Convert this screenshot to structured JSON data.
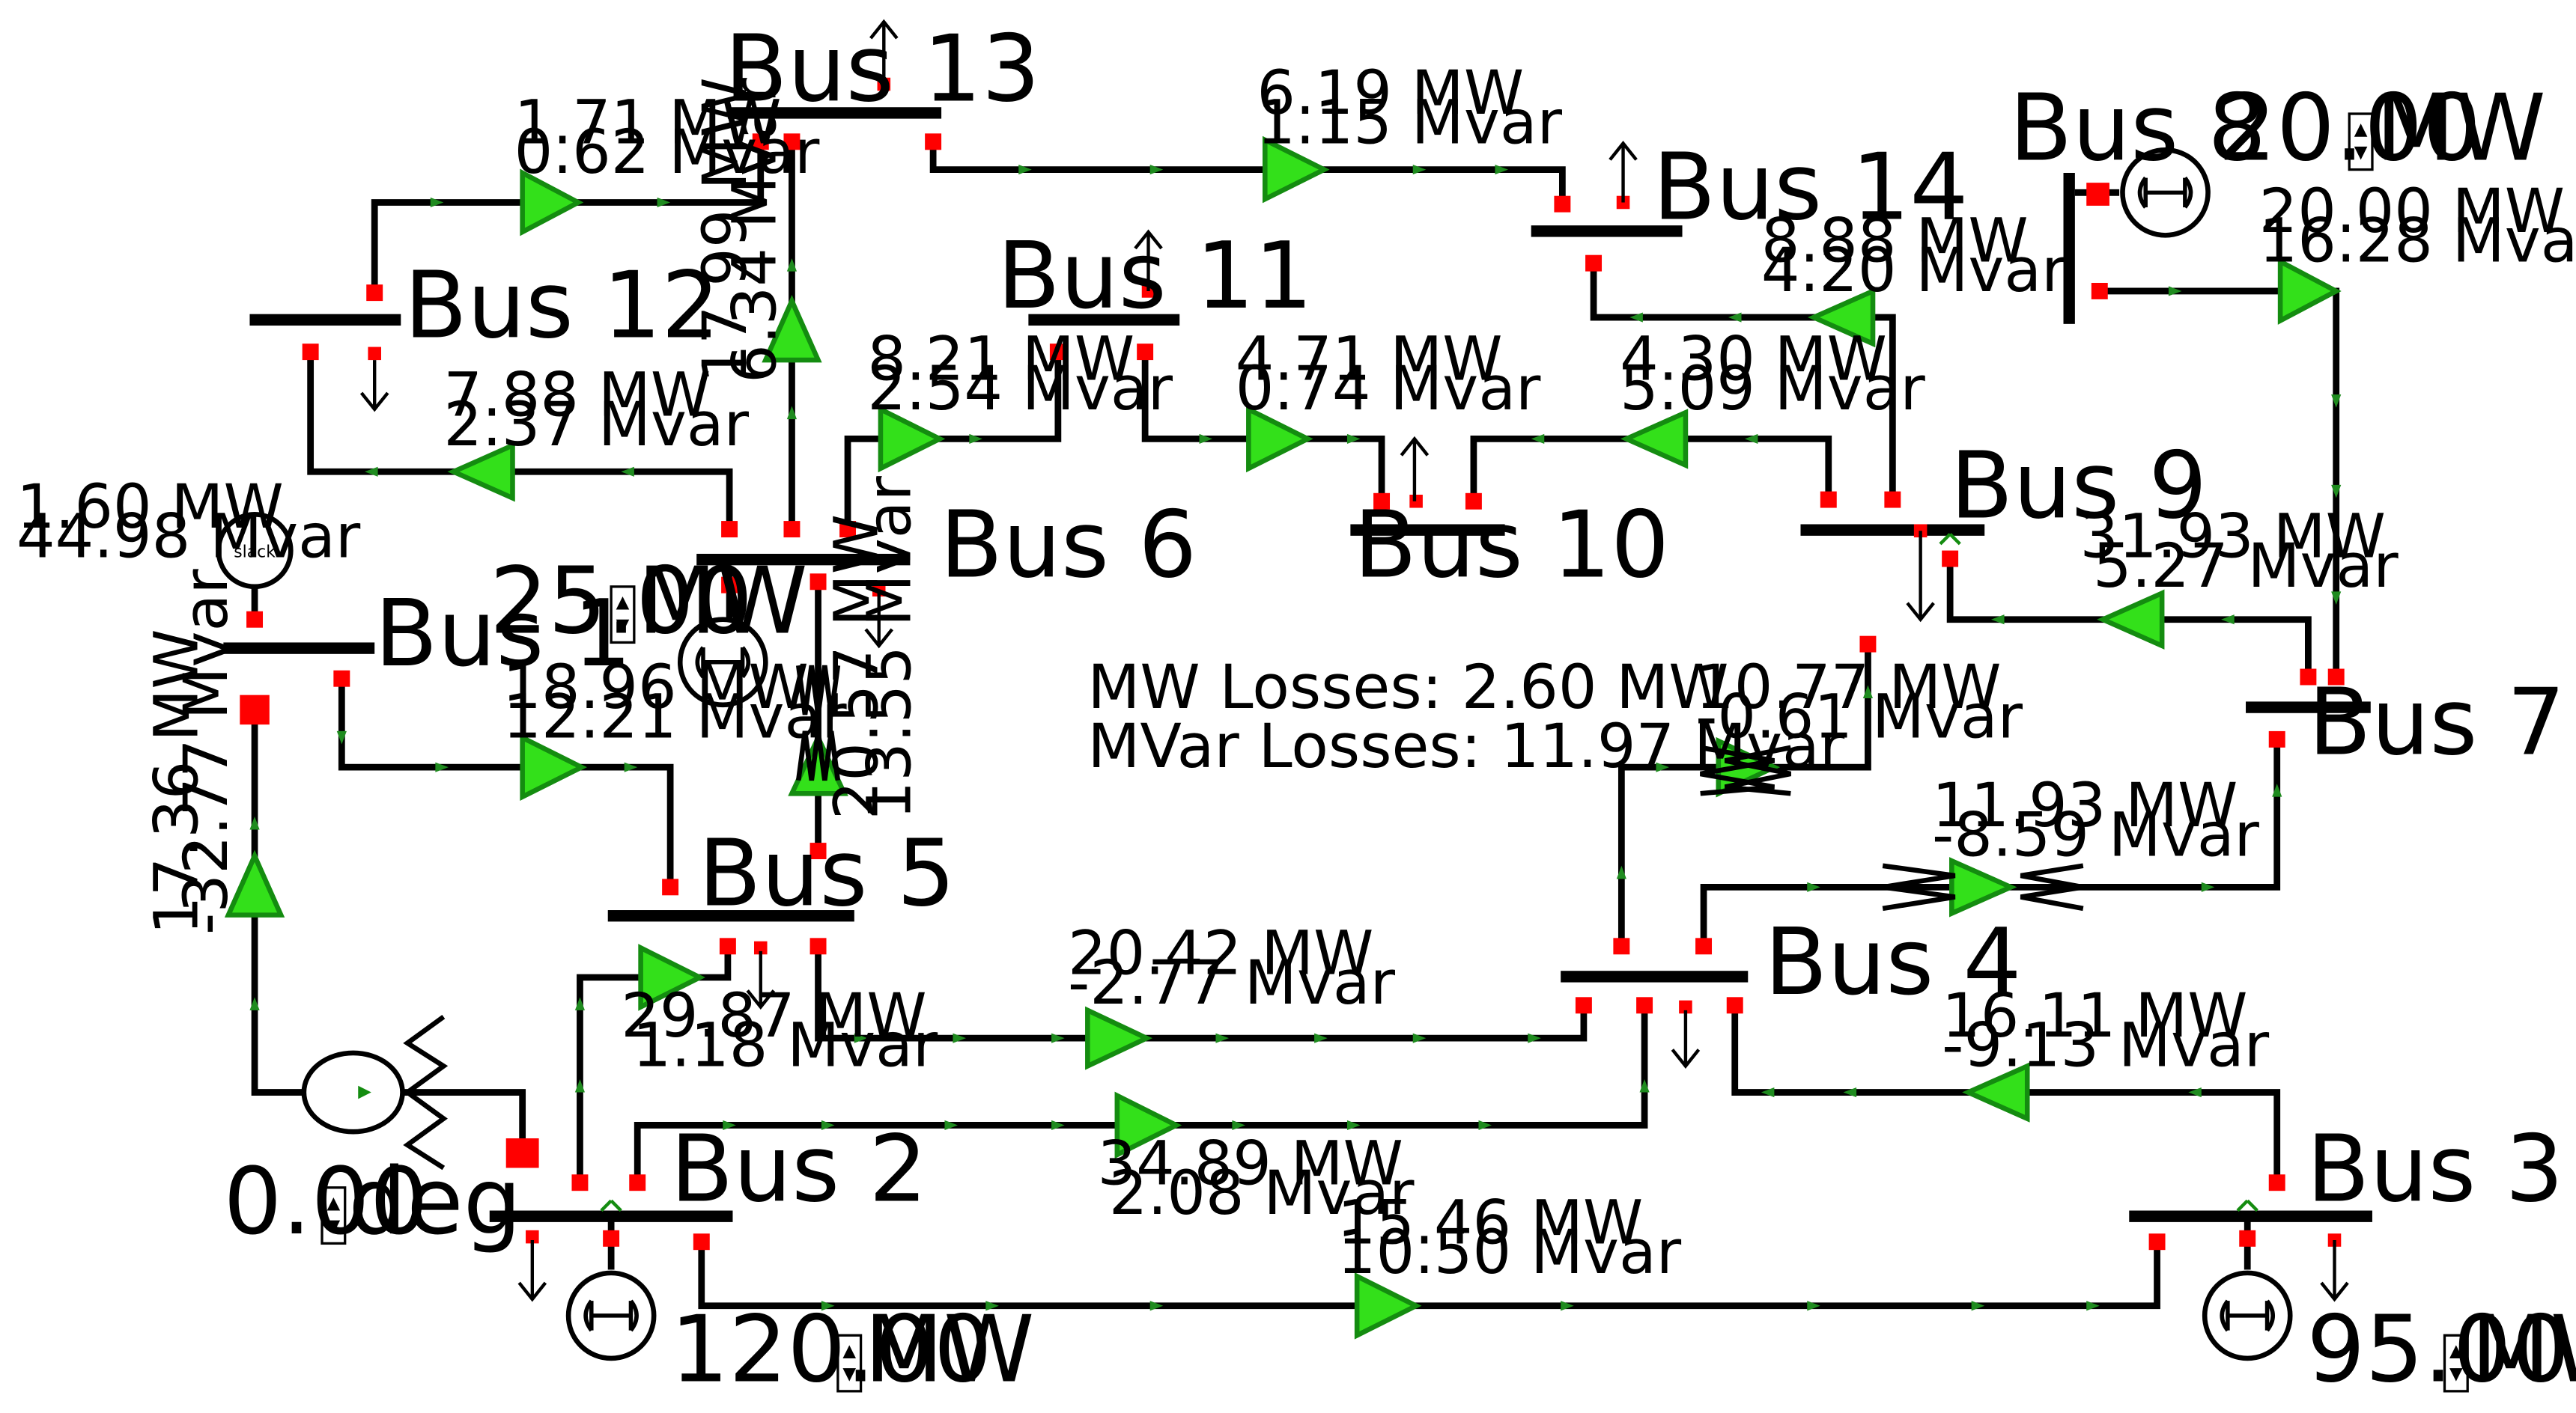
{
  "buses": {
    "b1": "Bus 1",
    "b2": "Bus 2",
    "b3": "Bus 3",
    "b4": "Bus 4",
    "b5": "Bus 5",
    "b6": "Bus 6",
    "b7": "Bus 7",
    "b8": "Bus 8",
    "b9": "Bus 9",
    "b10": "Bus 10",
    "b11": "Bus 11",
    "b12": "Bus 12",
    "b13": "Bus 13",
    "b14": "Bus 14"
  },
  "flows": {
    "f13_12": {
      "mw": "1.71 MW",
      "mvar": "0.62 Mvar"
    },
    "f13_14": {
      "mw": "6.19 MW",
      "mvar": "1.15 Mvar"
    },
    "f6_13": {
      "mw": "17.99 MW",
      "mvar": "6.34 Mvar"
    },
    "f6_11": {
      "mw": "8.21 MW",
      "mvar": "2.54 Mvar"
    },
    "f6_12": {
      "mw": "7.88 MW",
      "mvar": "2.37 Mvar"
    },
    "f11_10": {
      "mw": "4.71 MW",
      "mvar": "0.74 Mvar"
    },
    "f9_10": {
      "mw": "4.30 MW",
      "mvar": "5.09 Mvar"
    },
    "f9_14": {
      "mw": "8.88 MW",
      "mvar": "4.20 Mvar"
    },
    "f8_7": {
      "mw": "20.00 MW",
      "mvar": "16.28 Mvar"
    },
    "f7_9": {
      "mw": "31.93 MW",
      "mvar": "5.27 Mvar"
    },
    "slack": {
      "mw": "1.60 MW",
      "mvar": "44.98 Mvar"
    },
    "f1_5": {
      "mw": "18.96 MW",
      "mvar": "12.21 Mvar"
    },
    "f5_6": {
      "mw": "20.57 MW",
      "mvar": "13.55 Mvar"
    },
    "f2_1": {
      "mw": "17.36 MW",
      "mvar": "-32.77 Mvar"
    },
    "f4_9": {
      "mw": "10.77 MW",
      "mvar": "-0.61 Mvar"
    },
    "f4_7": {
      "mw": "11.93 MW",
      "mvar": "-8.59 Mvar"
    },
    "f2_5": {
      "mw": "29.87 MW",
      "mvar": "1.18 Mvar"
    },
    "f5_4": {
      "mw": "20.42 MW",
      "mvar": "-2.77 Mvar"
    },
    "f3_4": {
      "mw": "16.11 MW",
      "mvar": "-9.13 Mvar"
    },
    "f2_4": {
      "mw": "34.89 MW",
      "mvar": "2.08 Mvar"
    },
    "f2_3": {
      "mw": "15.46 MW",
      "mvar": "10.50 Mvar"
    }
  },
  "generators": {
    "g8": {
      "value": "20.00",
      "unit": "MW"
    },
    "g6": {
      "value": "25.00",
      "unit": "MW"
    },
    "g2": {
      "value": "120.00",
      "unit": "MW"
    },
    "g3": {
      "value": "95.00",
      "unit": "MW"
    },
    "phase_shifter": {
      "value": "0.00",
      "unit": "deg"
    },
    "slack_label": "slack"
  },
  "summary": {
    "mw_losses": "MW Losses: 2.60 MW",
    "mvar_losses": "MVar Losses: 11.97 Mvar"
  },
  "colors": {
    "flow_arrow": "#33e01a",
    "breaker": "#ff0000",
    "bus": "#000000"
  },
  "icons": {
    "generator": "generator-icon",
    "load": "load-arrow-icon",
    "spin": "spin-arrows-icon"
  }
}
